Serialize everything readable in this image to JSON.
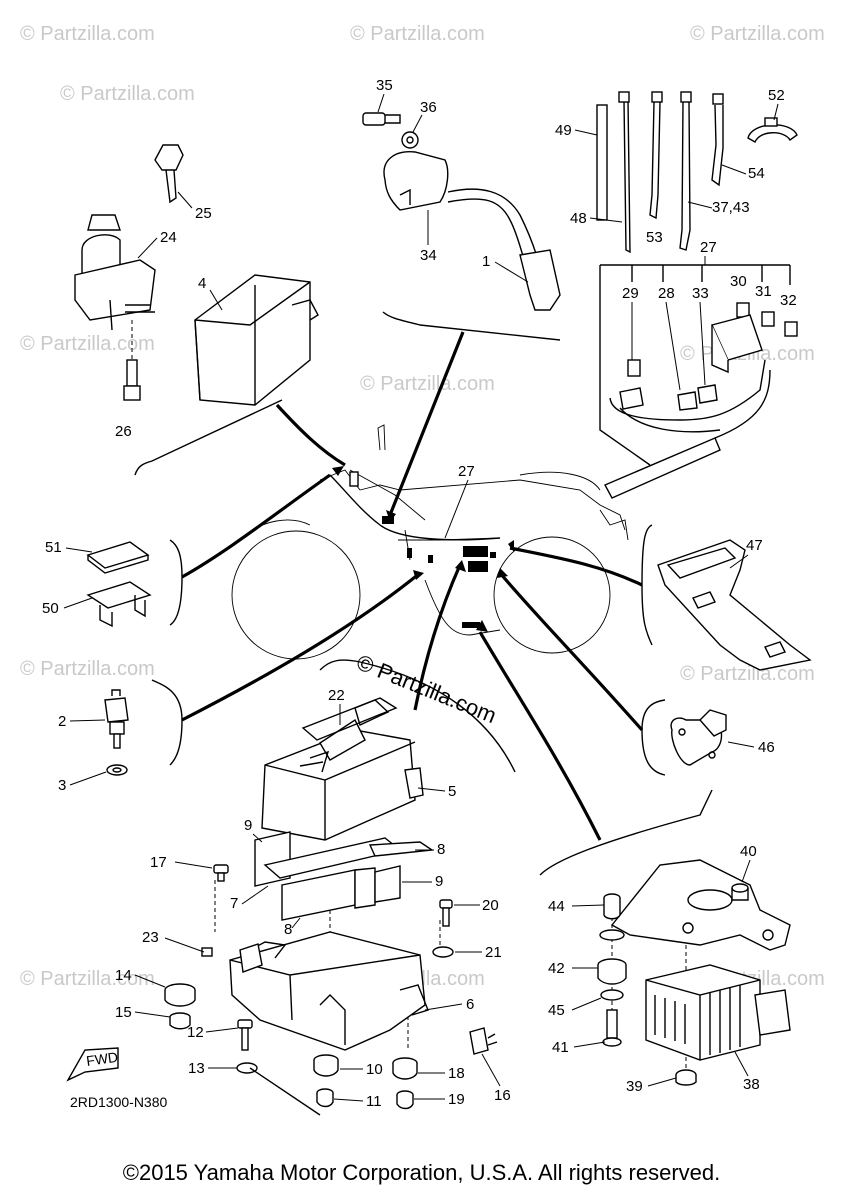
{
  "watermark": {
    "text": "© Partzilla.com",
    "center_text": "© Partzilla.com"
  },
  "diagram_code": "2RD1300-N380",
  "fwd_label": "FWD",
  "copyright": "©2015 Yamaha Motor Corporation, U.S.A. All rights reserved.",
  "labels": {
    "l1": "1",
    "l2": "2",
    "l3": "3",
    "l4": "4",
    "l5": "5",
    "l6": "6",
    "l7": "7",
    "l8a": "8",
    "l8b": "8",
    "l9a": "9",
    "l9b": "9",
    "l10": "10",
    "l11": "11",
    "l12": "12",
    "l13": "13",
    "l14": "14",
    "l15": "15",
    "l16": "16",
    "l17": "17",
    "l18": "18",
    "l19": "19",
    "l20": "20",
    "l21": "21",
    "l22": "22",
    "l23": "23",
    "l24": "24",
    "l25": "25",
    "l26": "26",
    "l27a": "27",
    "l27b": "27",
    "l28": "28",
    "l29": "29",
    "l30": "30",
    "l31": "31",
    "l32": "32",
    "l33": "33",
    "l34": "34",
    "l35": "35",
    "l36": "36",
    "l37_43": "37,43",
    "l38": "38",
    "l39": "39",
    "l40": "40",
    "l41": "41",
    "l42": "42",
    "l44": "44",
    "l45": "45",
    "l46": "46",
    "l47": "47",
    "l48": "48",
    "l49": "49",
    "l50": "50",
    "l51": "51",
    "l52": "52",
    "l53": "53",
    "l54": "54"
  }
}
